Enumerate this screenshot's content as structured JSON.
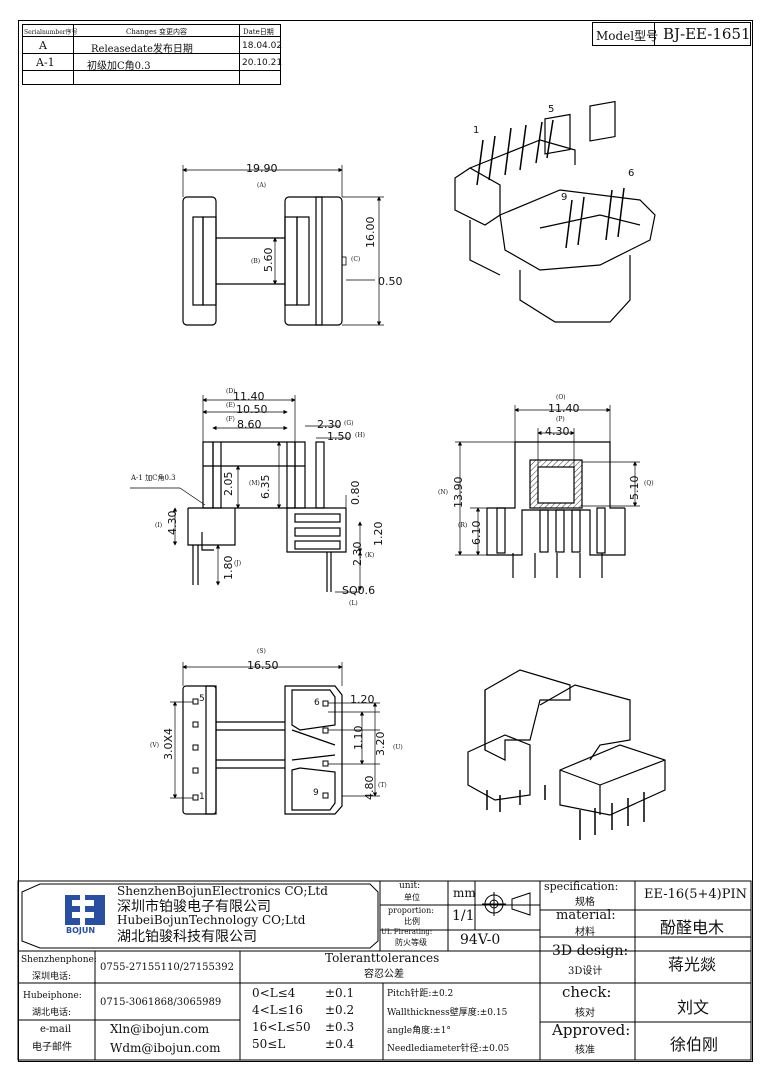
{
  "revision_table": {
    "headers": {
      "serial": "Serialnumber序号",
      "changes": "Changes 变更内容",
      "date": "Date日期"
    },
    "rows": [
      {
        "serial": "A",
        "change": "Releasedate发布日期",
        "date": "18.04.02"
      },
      {
        "serial": "A-1",
        "change": "初级加C角0.3",
        "date": "20.10.21"
      }
    ]
  },
  "model": {
    "label": "Model型号",
    "value": "BJ-EE-1651"
  },
  "pin_labels": {
    "p1": "1",
    "p5": "5",
    "p6": "6",
    "p9": "9"
  },
  "top_view": {
    "width": "19.90",
    "width_ref": "(A)",
    "height": "16.00",
    "height_ref": "(C)",
    "inner": "5.60",
    "inner_ref": "(B)",
    "thick": "0.50"
  },
  "side_view": {
    "d1": "11.40",
    "d1_ref": "(D)",
    "d2": "10.50",
    "d2_ref": "(E)",
    "d3": "8.60",
    "d3_ref": "(F)",
    "d4": "2.30",
    "d4_ref": "(G)",
    "d5": "1.50",
    "d5_ref": "(H)",
    "d6": "2.05",
    "d7": "6.35",
    "d7_ref": "(M)",
    "d8": "0.80",
    "d9": "1.20",
    "d10": "4.30",
    "d10_ref": "(I)",
    "d11": "1.80",
    "d11_ref": "(J)",
    "d12": "2.30",
    "d12_ref": "(K)",
    "d13": "SQ0.6",
    "d13_ref": "(L)",
    "note": "A-1 加C角0.3"
  },
  "front_view": {
    "d1": "11.40",
    "d1_ref": "(O)",
    "d2": "4.30",
    "d2_ref": "(P)",
    "d3": "13.90",
    "d3_ref": "(N)",
    "d4": "6.10",
    "d4_ref": "(R)",
    "d5": "5.10",
    "d5_ref": "(Q)"
  },
  "bottom_view": {
    "width": "16.50",
    "width_ref": "(S)",
    "pitch": "3.0X4",
    "pitch_ref": "(V)",
    "d1": "1.20",
    "d2": "1.10",
    "d3": "3.20",
    "d3_ref": "(U)",
    "d4": "4.80",
    "d4_ref": "(T)",
    "pins": {
      "p5": "5",
      "p1": "1",
      "p6": "6",
      "p9": "9"
    }
  },
  "title_block": {
    "company_en_1": "ShenzhenBojunElectronics CO;Ltd",
    "company_cn_1": "深圳市铂骏电子有限公司",
    "company_en_2": "HubeiBojunTechnology CO;Ltd",
    "company_cn_2": "湖北铂骏科技有限公司",
    "logo_text": "BOJUN",
    "unit_label": "unit:",
    "unit_label_cn": "单位",
    "unit_value": "mm",
    "proportion_label": "proportion:",
    "proportion_label_cn": "比例",
    "proportion_value": "1/1",
    "ul_label": "UL Firerating:",
    "ul_label_cn": "防火等级",
    "ul_value": "94V-0",
    "spec_label": "specification:",
    "spec_label_cn": "规格",
    "spec_value": "EE-16(5+4)PIN",
    "material_label": "material:",
    "material_label_cn": "材料",
    "material_value": "酚醛电木",
    "design_label": "3D design:",
    "design_label_cn": "3D设计",
    "design_value": "蒋光燚",
    "check_label": "check:",
    "check_label_cn": "核对",
    "check_value": "刘文",
    "approved_label": "Approved:",
    "approved_label_cn": "核准",
    "approved_value": "徐伯刚",
    "shenzhen_phone_label": "Shenzhenphone:",
    "shenzhen_phone_label_cn": "深圳电话:",
    "shenzhen_phone": "0755-27155110/27155392",
    "hubei_phone_label": "Hubeiphone:",
    "hubei_phone_label_cn": "湖北电话:",
    "hubei_phone": "0715-3061868/3065989",
    "email_label": "e-mail",
    "email_label_cn": "电子邮件",
    "email_1": "Xln@ibojun.com",
    "email_2": "Wdm@ibojun.com",
    "tol_title": "Toleranttolerances",
    "tol_title_cn": "容忍公差",
    "tolerances": [
      {
        "range": "0<L≤4",
        "value": "±0.1"
      },
      {
        "range": "4<L≤16",
        "value": "±0.2"
      },
      {
        "range": "16<L≤50",
        "value": "±0.3"
      },
      {
        "range": "50≤L",
        "value": "±0.4"
      }
    ],
    "notes": [
      "Pitch针距:±0.2",
      "Wallthickness壁厚度:±0.15",
      "angle角度:±1°",
      "Needlediameter针径:±0.05"
    ]
  }
}
